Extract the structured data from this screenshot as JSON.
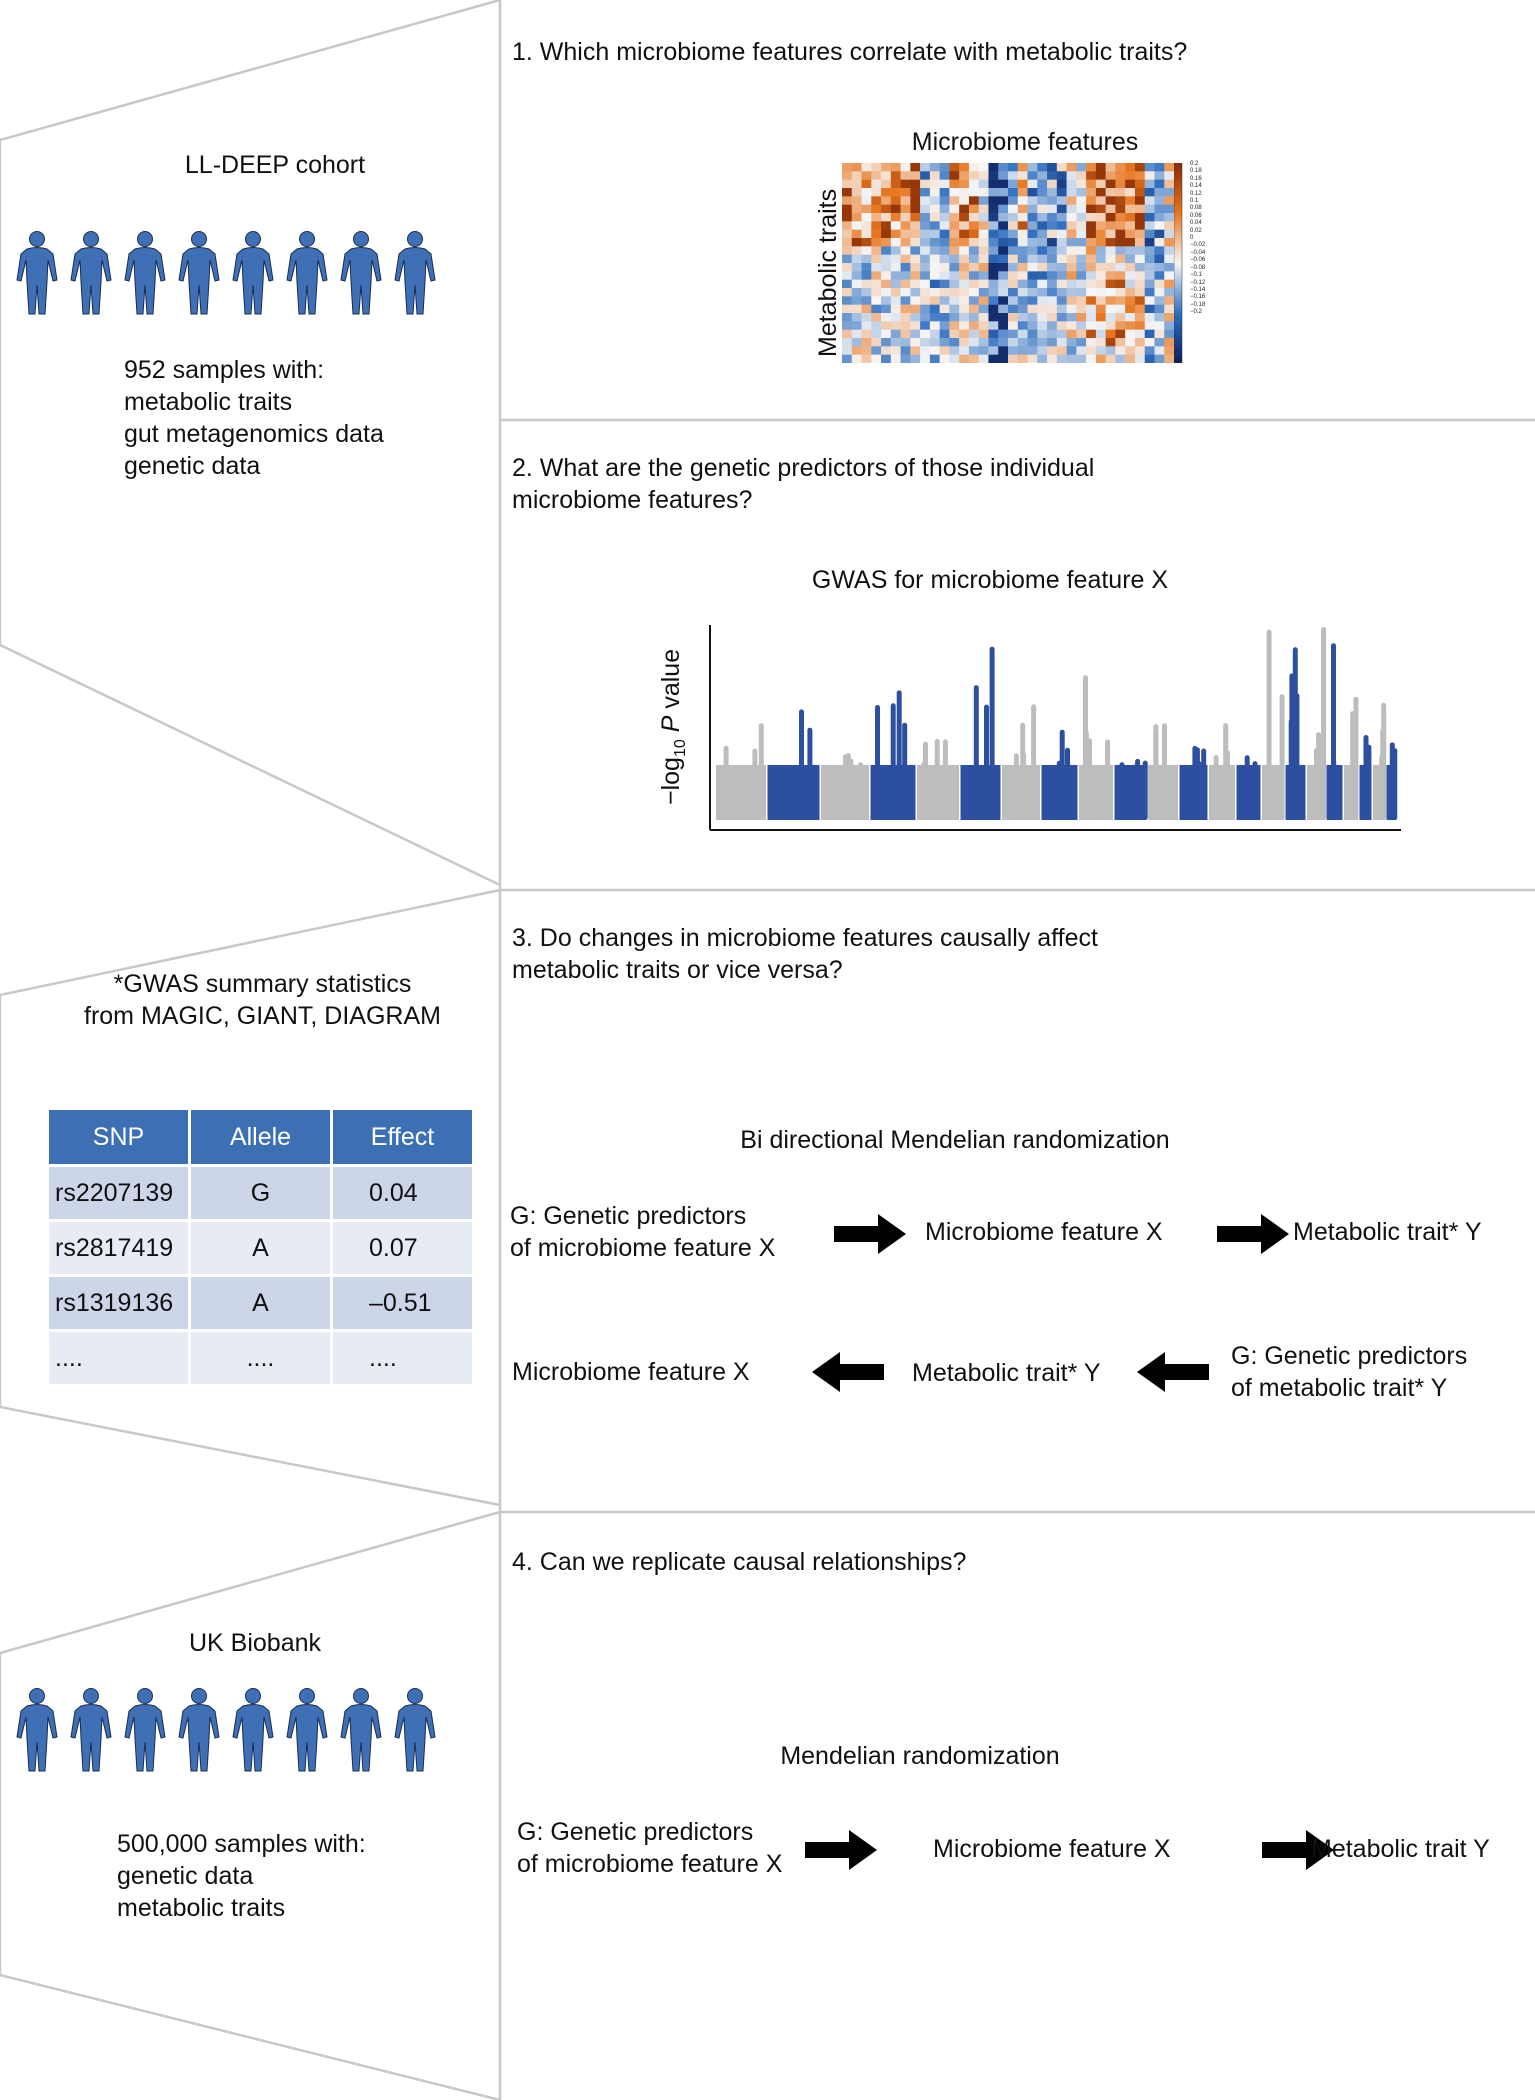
{
  "cohort1": {
    "title": "LL-DEEP cohort",
    "desc": "952 samples with:\nmetabolic traits\ngut metagenomics data\ngenetic data",
    "person_count": 8,
    "person_color": "#3f6fb5"
  },
  "gwas_source": {
    "title": "*GWAS summary statistics\nfrom MAGIC, GIANT, DIAGRAM",
    "table": {
      "headers": [
        "SNP",
        "Allele",
        "Effect"
      ],
      "rows": [
        [
          "rs2207139",
          "G",
          "0.04"
        ],
        [
          "rs2817419",
          "A",
          "0.07"
        ],
        [
          "rs1319136",
          "A",
          "–0.51"
        ],
        [
          "....",
          "....",
          "...."
        ]
      ]
    },
    "header_color": "#3d6fb5"
  },
  "cohort2": {
    "title": "UK Biobank",
    "desc": "500,000 samples with:\ngenetic data\nmetabolic traits",
    "person_count": 8
  },
  "section1": {
    "question": "1. Which microbiome features correlate with metabolic traits?",
    "heatmap_title": "Microbiome features",
    "heatmap_ylabel": "Metabolic traits",
    "scale_ticks": [
      "0.2",
      "0.18",
      "0.16",
      "0.14",
      "0.12",
      "0.1",
      "0.08",
      "0.06",
      "0.04",
      "0.02",
      "0",
      "−0.02",
      "−0.04",
      "−0.06",
      "−0.08",
      "−0.1",
      "−0.12",
      "−0.14",
      "−0.16",
      "−0.18",
      "−0.2"
    ],
    "colors": {
      "positive": "#e8761f",
      "negative": "#2f6fc0",
      "neutral": "#f4f4f4"
    }
  },
  "section2": {
    "question": "2. What are the genetic predictors of those individual\nmicrobiome features?",
    "plot_title": "GWAS for microbiome feature X",
    "ylabel_prefix": "−log",
    "ylabel_sub": "10",
    "ylabel_p": "P",
    "ylabel_suffix": " value",
    "colors": {
      "blue": "#2d4fa0",
      "grey": "#bdbdbd"
    }
  },
  "section3": {
    "question": "3. Do changes in microbiome features causally affect\nmetabolic traits or vice versa?",
    "method": "Bi directional Mendelian randomization",
    "forward": {
      "a": "G: Genetic predictors\nof microbiome feature X",
      "b": "Microbiome feature X",
      "c": "Metabolic trait* Y"
    },
    "reverse": {
      "a": "Microbiome feature X",
      "b": "Metabolic trait* Y",
      "c": "G: Genetic predictors\nof metabolic trait* Y"
    }
  },
  "section4": {
    "question": "4. Can we replicate causal relationships?",
    "method": "Mendelian randomization",
    "chain": {
      "a": "G: Genetic predictors\nof microbiome feature X",
      "b": "Microbiome feature X",
      "c": "Metabolic trait Y"
    }
  }
}
